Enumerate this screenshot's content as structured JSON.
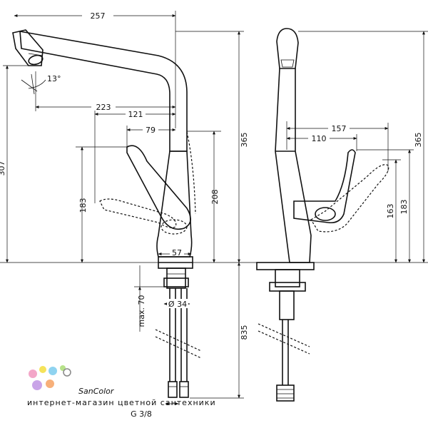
{
  "dimensions_front": {
    "width_total": "257",
    "angle": "13°",
    "reach_handle": "223",
    "reach_121": "121",
    "reach_79": "79",
    "height_spout": "307",
    "height_total": "365",
    "height_handle": "208",
    "height_lever": "183",
    "base_width": "57",
    "thread_dia": "Ø 34",
    "max_thickness": "max. 70",
    "hose_length": "835",
    "connection": "G 3/8"
  },
  "dimensions_side": {
    "reach_157": "157",
    "reach_110": "110",
    "height_total": "365",
    "height_183": "183",
    "height_163": "163"
  },
  "watermark": {
    "brand": "SanColor",
    "tagline": "интернет-магазин цветной сантехники",
    "dot_colors": [
      "#f3a6c8",
      "#f5e35a",
      "#8fd3f0",
      "#b7e28a",
      "#c9a4e8",
      "#f7b07a"
    ]
  }
}
